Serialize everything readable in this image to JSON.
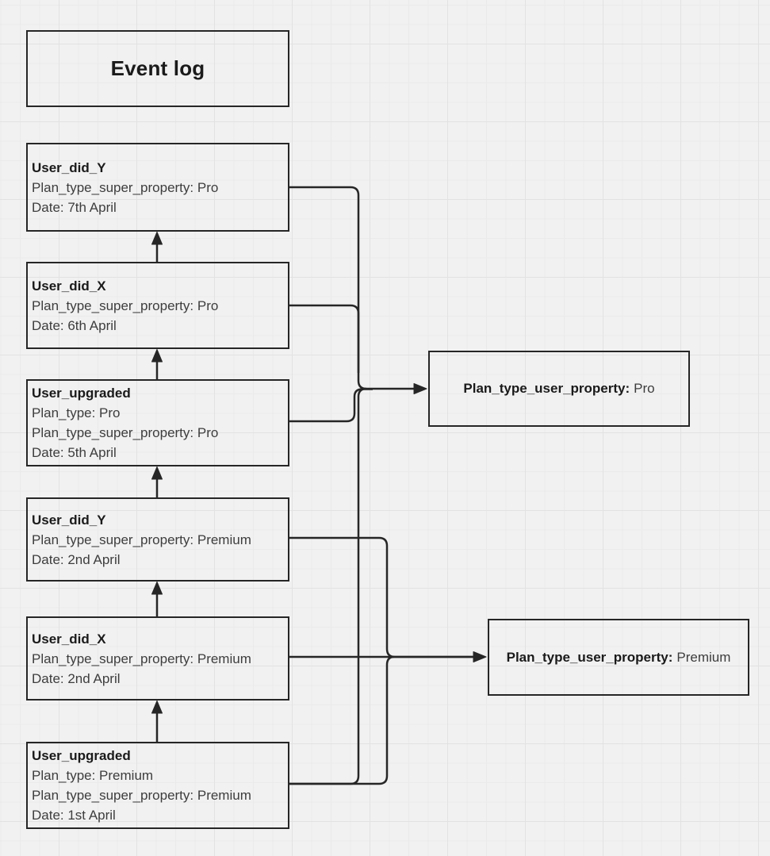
{
  "diagram": {
    "title_box": {
      "label": "Event log"
    },
    "event_boxes": [
      {
        "title": "User_did_Y",
        "lines": [
          "Plan_type_super_property: Pro",
          "Date: 7th April"
        ]
      },
      {
        "title": "User_did_X",
        "lines": [
          "Plan_type_super_property: Pro",
          "Date: 6th April"
        ]
      },
      {
        "title": "User_upgraded",
        "lines": [
          "Plan_type: Pro",
          "Plan_type_super_property: Pro",
          "Date: 5th April"
        ]
      },
      {
        "title": "User_did_Y",
        "lines": [
          "Plan_type_super_property: Premium",
          "Date: 2nd April"
        ]
      },
      {
        "title": "User_did_X",
        "lines": [
          "Plan_type_super_property: Premium",
          "Date: 2nd April"
        ]
      },
      {
        "title": "User_upgraded",
        "lines": [
          "Plan_type: Premium",
          "Plan_type_super_property: Premium",
          "Date: 1st April"
        ]
      }
    ],
    "property_boxes": [
      {
        "label": "Plan_type_user_property:",
        "value": "Pro"
      },
      {
        "label": "Plan_type_user_property:",
        "value": "Premium"
      }
    ],
    "colors": {
      "background": "#f1f1f1",
      "grid_minor": "#eaeaea",
      "grid_major": "#e2e2e2",
      "stroke": "#262626",
      "text": "#3d3d3d",
      "text_bold": "#1a1a1a"
    }
  }
}
